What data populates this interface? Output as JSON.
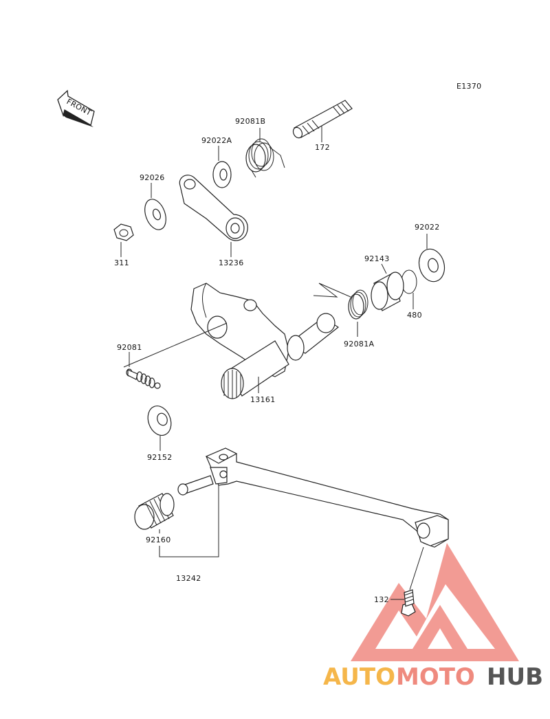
{
  "diagram": {
    "code": "E1370",
    "front_label": "FRONT",
    "parts": {
      "p172": "172",
      "p92081B": "92081B",
      "p92022A": "92022A",
      "p92026": "92026",
      "p311": "311",
      "p13236": "13236",
      "p92022": "92022",
      "p92143": "92143",
      "p480": "480",
      "p92081A": "92081A",
      "p92081": "92081",
      "p13161": "13161",
      "p92152": "92152",
      "p92160": "92160",
      "p13242": "13242",
      "p132": "132"
    }
  },
  "watermark": {
    "part1": "AUTO",
    "part2": "MOTO",
    "part3": "HUB",
    "color1": "#f5b64a",
    "color2": "#ef8a7e",
    "color3": "#555555",
    "logo_color": "#f08a82"
  }
}
